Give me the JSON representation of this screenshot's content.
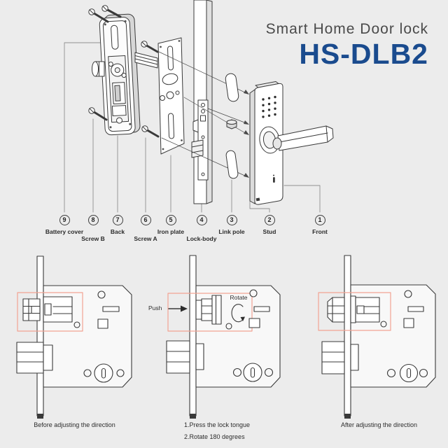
{
  "title": {
    "subtitle": "Smart Home Door lock",
    "model": "HS-DLB2"
  },
  "colors": {
    "background": "#ececec",
    "line_art": "#3a3a3a",
    "accent_blue": "#1a4b8e",
    "highlight_red": "#f2a393",
    "callout_line": "#8f8f8f"
  },
  "parts": [
    {
      "number": "9",
      "label": "Battery cover"
    },
    {
      "number": "8",
      "label": "Screw B"
    },
    {
      "number": "7",
      "label": "Back"
    },
    {
      "number": "6",
      "label": "Screw A"
    },
    {
      "number": "5",
      "label": "Iron plate"
    },
    {
      "number": "4",
      "label": "Lock-body"
    },
    {
      "number": "3",
      "label": "Link pole"
    },
    {
      "number": "2",
      "label": "Stud"
    },
    {
      "number": "1",
      "label": "Front"
    }
  ],
  "instructions": {
    "push_label": "Push",
    "rotate_label": "Rotate",
    "before_caption": "Before adjusting the direction",
    "step1": "1.Press the lock tongue",
    "step2": "2.Rotate 180 degrees",
    "after_caption": "After adjusting the direction"
  }
}
